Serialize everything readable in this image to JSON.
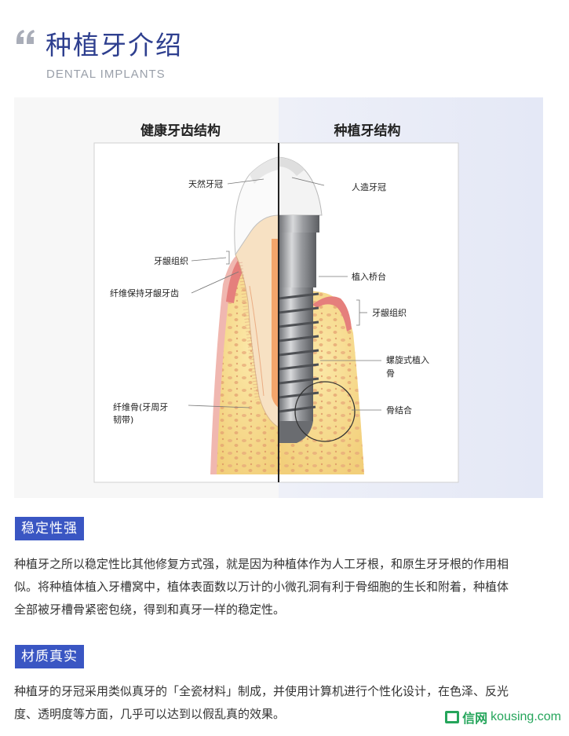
{
  "header": {
    "title": "种植牙介绍",
    "subtitle": "DENTAL IMPLANTS"
  },
  "diagram": {
    "left_title": "健康牙齿结构",
    "right_title": "种植牙结构",
    "labels_left": {
      "crown": "天然牙冠",
      "gum": "牙龈组织",
      "fiber": "纤维保持牙龈牙齿",
      "ligament_1": "纤维骨(牙周牙",
      "ligament_2": "韧带)"
    },
    "labels_right": {
      "crown": "人造牙冠",
      "abutment": "植入桥台",
      "gum": "牙龈组织",
      "screw_1": "螺旋式植入",
      "screw_2": "骨",
      "osseo": "骨结合"
    }
  },
  "sections": [
    {
      "tag": "稳定性强",
      "lines": [
        "种植牙之所以稳定性比其他修复方式强，就是因为种植体作为人工牙根，和原生牙牙根的作用相",
        "似。将种植体植入牙槽窝中，植体表面数以万计的小微孔洞有利于骨细胞的生长和附着，种植体",
        "全部被牙槽骨紧密包绕，得到和真牙一样的稳定性。"
      ]
    },
    {
      "tag": "材质真实",
      "lines": [
        "种植牙的牙冠采用类似真牙的「全瓷材料」制成，并使用计算机进行个性化设计，在色泽、反光",
        "度、透明度等方面，几乎可以达到以假乱真的效果。"
      ]
    }
  ],
  "watermark": {
    "brand": "信网",
    "url": "kousing.com"
  },
  "colors": {
    "title": "#2e3f8f",
    "tag_bg": "#3a56c3",
    "watermark": "#25a55b"
  }
}
